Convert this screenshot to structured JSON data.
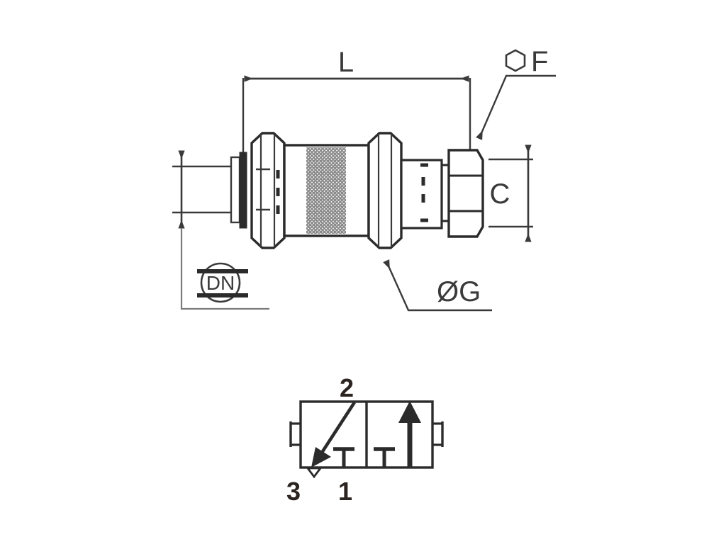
{
  "drawing": {
    "title": "Pneumatic quick-coupling filter / 3-port valve dimensional drawing",
    "background_color": "#ffffff",
    "line_color": "#3a3a3a",
    "fill_color": "#ffffff",
    "dark_fill_color": "#2b2b2b",
    "mesh_color": "#8c8c8c",
    "label_color": "#3a3a3a",
    "port_number_color": "#2b2420"
  },
  "dimensions": {
    "length": {
      "label": "L",
      "name": "overall-length"
    },
    "across_flats": {
      "label": "F",
      "symbol": "hexagon",
      "name": "hex-across-flats"
    },
    "height": {
      "label": "C",
      "name": "hex-height"
    },
    "nominal_bore": {
      "label": "DN",
      "name": "nominal-diameter"
    },
    "body_diameter": {
      "label": "ØG",
      "name": "body-outer-diameter"
    }
  },
  "schematic": {
    "name": "valve-symbol",
    "description": "Two-position three-port valve symbol",
    "ports": [
      {
        "number": "1",
        "name": "port-1-supply"
      },
      {
        "number": "2",
        "name": "port-2-working"
      },
      {
        "number": "3",
        "name": "port-3-exhaust"
      }
    ]
  }
}
